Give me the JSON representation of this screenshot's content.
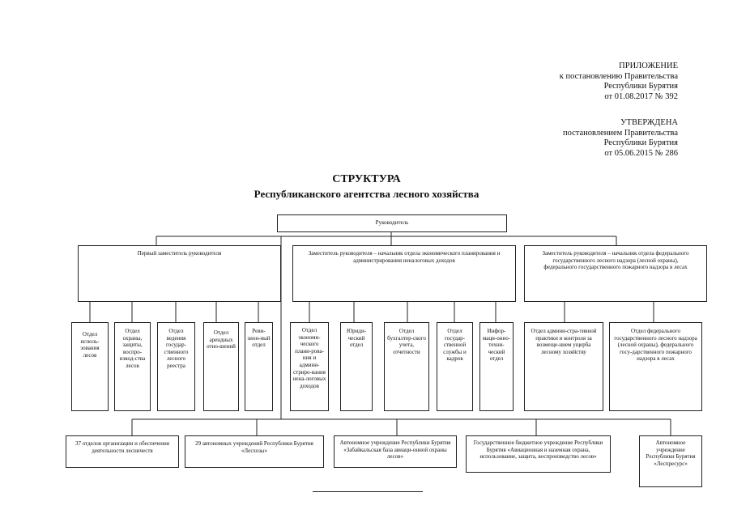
{
  "appendix": {
    "l1": "ПРИЛОЖЕНИЕ",
    "l2": "к постановлению Правительства",
    "l3": "Республики Бурятия",
    "l4": "от 01.08.2017  № 392"
  },
  "approved": {
    "l1": "УТВЕРЖДЕНА",
    "l2": "постановлением Правительства",
    "l3": "Республики Бурятия",
    "l4": "от 05.06.2015  № 286"
  },
  "title": "СТРУКТУРА",
  "subtitle": "Республиканского агентства лесного хозяйства",
  "head": "Руководитель",
  "deputies": {
    "first": "Первый заместитель руководителя",
    "economic": "Заместитель руководителя – начальник отдела экономического планирования и администрирования неналоговых доходов",
    "supervision": "Заместитель руководителя – начальник отдела федерального государственного лесного надзора (лесной охраны), федерального государственного пожарного надзора в лесах"
  },
  "departments": {
    "d1": "Отдел исполь-зования лесов",
    "d2": "Отдел охраны, защиты, воспро-извод-ства лесов",
    "d3": "Отдел ведения государ-ственного лесного реестра",
    "d4": "Отдел арендных отно-шений",
    "d5": "Реви-зион-ный отдел",
    "d6": "Отдел экономи-ческого плани-рова-ния и админи-стриро-вания нена-логовых доходов",
    "d7": "Юриди-ческий отдел",
    "d8": "Отдел бухгалтер-ского учета, отчетности",
    "d9": "Отдел государ-ственной службы и кадров",
    "d10": "Инфор-маци-онно-техни-ческий отдел",
    "d11": "Отдел админи-стра-тивной практики и контроля за возмеще-нием ущерба лесному хозяйству",
    "d12": "Отдел федерального государственного лесного надзора (лесной охраны), федерального госу-дарственного пожарного надзора в лесах"
  },
  "subordinates": {
    "s1": "37 отделов организации и обеспечения деятельности лесничеств",
    "s2": "29 автономных учреждений Республики Бурятия «Лесхозы»",
    "s3": "Автономное учреждение Республики Бурятия «Забайкальская база авиаци-онной охраны лесов»",
    "s4": "Государственное бюджетное учреждение Республики Бурятия «Авиационная и наземная охрана, использование, защита, воспроизводство лесов»",
    "s5": "Автономное учреждение Республики Бурятия «Леспресурс»"
  }
}
